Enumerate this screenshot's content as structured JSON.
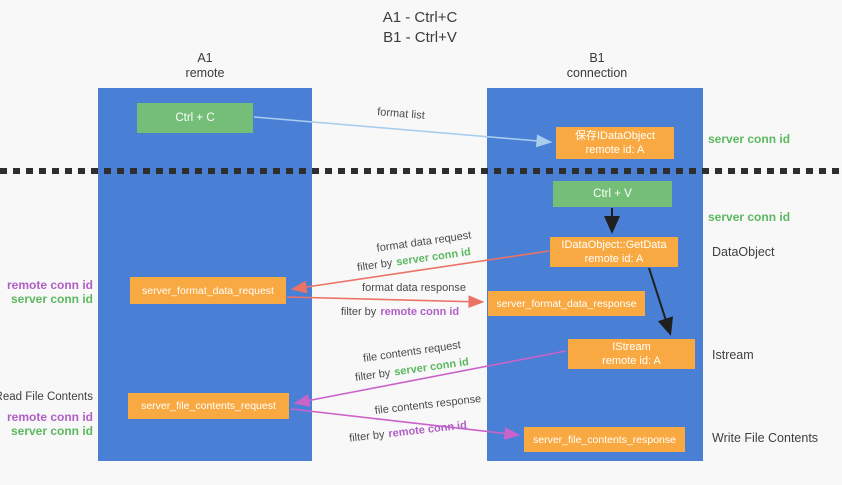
{
  "title": {
    "line1": "A1 - Ctrl+C",
    "line2": "B1 - Ctrl+V"
  },
  "lanes": {
    "left": {
      "id": "A1",
      "role": "remote"
    },
    "right": {
      "id": "B1",
      "role": "connection"
    }
  },
  "nodes": {
    "ctrl_c": {
      "label": "Ctrl + C"
    },
    "save_idataobject": {
      "line1": "保存IDataObject",
      "line2": "remote id: A"
    },
    "ctrl_v": {
      "label": "Ctrl + V"
    },
    "getdata": {
      "line1": "IDataObject::GetData",
      "line2": "remote id: A"
    },
    "format_request": {
      "label": "server_format_data_request"
    },
    "format_response": {
      "label": "server_format_data_response"
    },
    "istream": {
      "line1": "IStream",
      "line2": "remote id: A"
    },
    "file_request": {
      "label": "server_file_contents_request"
    },
    "file_response": {
      "label": "server_file_contents_response"
    }
  },
  "flow_labels": {
    "format_list": "format list",
    "format_data_request": "format data request",
    "format_data_response": "format data response",
    "file_contents_request": "file contents request",
    "file_contents_response": "file contents response",
    "filter_by": "filter by",
    "server_conn_id": "server conn id",
    "remote_conn_id": "remote conn id"
  },
  "side_labels": {
    "server_conn_id": "server conn id",
    "remote_conn_id": "remote conn id",
    "dataobject": "DataObject",
    "istream": "Istream",
    "read_file_contents": "Read File Contents",
    "write_file_contents": "Write File Contents"
  },
  "colors": {
    "lane_blue": "#4a7fd6",
    "node_green": "#74be78",
    "node_orange": "#f9a942",
    "accent_green": "#5cb860",
    "accent_purple": "#b05fc6",
    "arrow_red": "#ec7266",
    "arrow_magenta": "#ca62ca",
    "arrow_blue": "#a9cdec",
    "arrow_black": "#1f1f1f"
  }
}
